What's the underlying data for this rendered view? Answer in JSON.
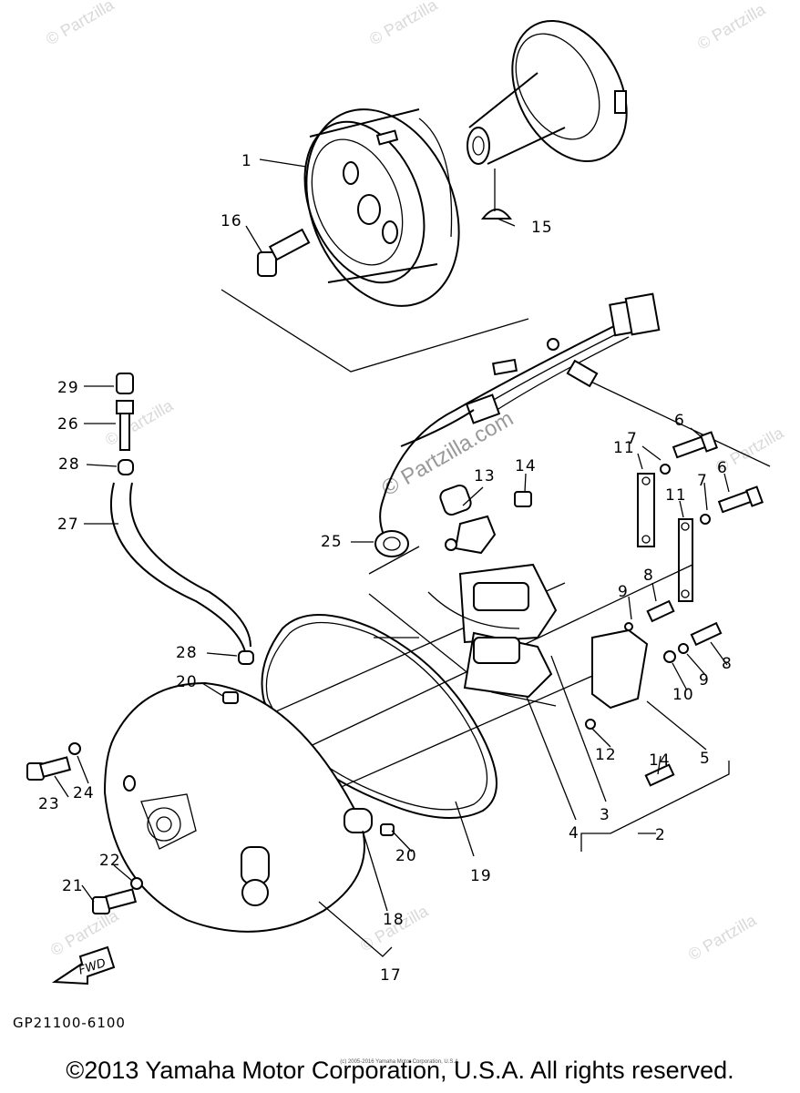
{
  "watermark": "© Partzilla",
  "watermark_center": "© Partzilla.com",
  "callouts": [
    {
      "id": "1",
      "text": "1"
    },
    {
      "id": "2",
      "text": "2"
    },
    {
      "id": "3",
      "text": "3"
    },
    {
      "id": "4",
      "text": "4"
    },
    {
      "id": "5",
      "text": "5"
    },
    {
      "id": "6a",
      "text": "6"
    },
    {
      "id": "6b",
      "text": "6"
    },
    {
      "id": "7a",
      "text": "7"
    },
    {
      "id": "7b",
      "text": "7"
    },
    {
      "id": "8a",
      "text": "8"
    },
    {
      "id": "8b",
      "text": "8"
    },
    {
      "id": "9a",
      "text": "9"
    },
    {
      "id": "9b",
      "text": "9"
    },
    {
      "id": "10",
      "text": "10"
    },
    {
      "id": "11a",
      "text": "11"
    },
    {
      "id": "11b",
      "text": "11"
    },
    {
      "id": "12",
      "text": "12"
    },
    {
      "id": "13",
      "text": "13"
    },
    {
      "id": "14a",
      "text": "14"
    },
    {
      "id": "14b",
      "text": "14"
    },
    {
      "id": "15",
      "text": "15"
    },
    {
      "id": "16",
      "text": "16"
    },
    {
      "id": "17",
      "text": "17"
    },
    {
      "id": "18",
      "text": "18"
    },
    {
      "id": "19",
      "text": "19"
    },
    {
      "id": "20a",
      "text": "20"
    },
    {
      "id": "20b",
      "text": "20"
    },
    {
      "id": "21",
      "text": "21"
    },
    {
      "id": "22",
      "text": "22"
    },
    {
      "id": "23",
      "text": "23"
    },
    {
      "id": "24",
      "text": "24"
    },
    {
      "id": "25",
      "text": "25"
    },
    {
      "id": "26",
      "text": "26"
    },
    {
      "id": "27",
      "text": "27"
    },
    {
      "id": "28a",
      "text": "28"
    },
    {
      "id": "28b",
      "text": "28"
    },
    {
      "id": "29",
      "text": "29"
    }
  ],
  "fwd_label": "FWD",
  "drawing_code": "GP21100-6100",
  "copyright": "©2013 Yamaha Motor Corporation, U.S.A. All rights reserved.",
  "tiny_note": "(c) 2005-2016 Yamaha Motor Corporation, U.S.A."
}
